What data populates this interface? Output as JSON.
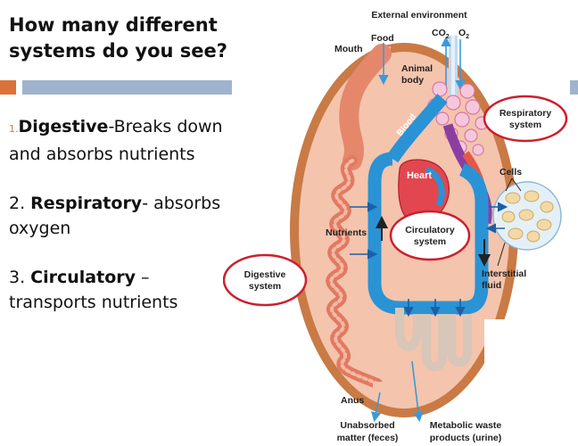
{
  "slide": {
    "title": "How many different systems do you see?",
    "bullets": [
      {
        "num": "1.",
        "bold": "Digestive",
        "rest": "-Breaks down and absorbs nutrients"
      },
      {
        "num": "2. ",
        "bold": "Respiratory",
        "rest": "- absorbs oxygen"
      },
      {
        "num": "3. ",
        "bold": "Circulatory",
        "rest": " – transports nutrients"
      }
    ]
  },
  "diagram": {
    "external_environment": "External environment",
    "mouth": "Mouth",
    "food": "Food",
    "co2": "CO",
    "co2_sub": "2",
    "o2": "O",
    "o2_sub": "2",
    "animal_body_line1": "Animal",
    "animal_body_line2": "body",
    "blood": "Blood",
    "heart": "Heart",
    "respiratory_line1": "Respiratory",
    "respiratory_line2": "system",
    "cells": "Cells",
    "nutrients": "Nutrients",
    "circulatory_line1": "Circulatory",
    "circulatory_line2": "system",
    "interstitial_line1": "Interstitial",
    "interstitial_line2": "fluid",
    "digestive_line1": "Digestive",
    "digestive_line2": "system",
    "anus": "Anus",
    "unabsorbed_line1": "Unabsorbed",
    "unabsorbed_line2": "matter (feces)",
    "metabolic_line1": "Metabolic waste",
    "metabolic_line2": "products (urine)"
  },
  "colors": {
    "accent_orange": "#d9733a",
    "accent_blue": "#9fb4cc",
    "body_fill": "#f4c4ad",
    "body_border": "#c97a45",
    "circulatory_blue": "#2a93d5",
    "heart_red": "#e2474f",
    "callout_red": "#cc1f2e"
  }
}
